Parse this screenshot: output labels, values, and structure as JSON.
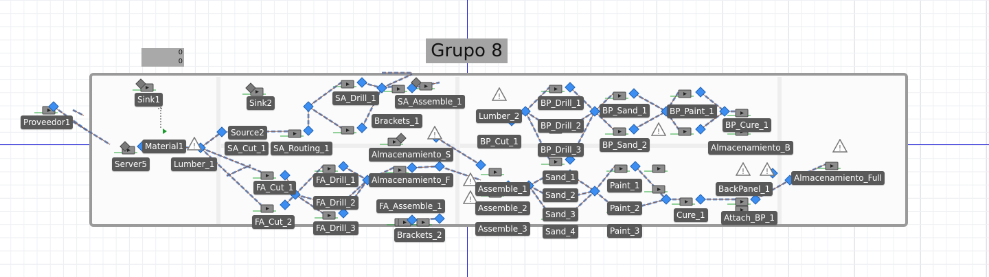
{
  "group_title": "Grupo 8",
  "counter": {
    "line1": "0",
    "line2": "0"
  },
  "colors": {
    "node": "#3d8ef2",
    "label_bg": "#595959",
    "arrow": "#3d7ed6",
    "connector": "#8b4a2b",
    "queue": "#2aa83a"
  },
  "objects": [
    {
      "name": "proveedor1",
      "label": "Proveedor1"
    },
    {
      "name": "sink1",
      "label": "Sink1"
    },
    {
      "name": "material1",
      "label": "Material1"
    },
    {
      "name": "server5",
      "label": "Server5"
    },
    {
      "name": "lumber-1",
      "label": "Lumber_1"
    },
    {
      "name": "sink2",
      "label": "Sink2"
    },
    {
      "name": "source2",
      "label": "Source2"
    },
    {
      "name": "sa-cut-1",
      "label": "SA_Cut_1"
    },
    {
      "name": "sa-routing-1",
      "label": "SA_Routing_1"
    },
    {
      "name": "sa-drill-1",
      "label": "SA_Drill_1"
    },
    {
      "name": "sa-assemble-1",
      "label": "SA_Assemble_1"
    },
    {
      "name": "brackets-1",
      "label": "Brackets_1"
    },
    {
      "name": "almacenamiento-s",
      "label": "Almacenamiento_S"
    },
    {
      "name": "fa-cut-1",
      "label": "FA_Cut_1"
    },
    {
      "name": "fa-cut-2",
      "label": "FA_Cut_2"
    },
    {
      "name": "fa-drill-1",
      "label": "FA_Drill_1"
    },
    {
      "name": "fa-drill-2",
      "label": "FA_Drill_2"
    },
    {
      "name": "fa-drill-3",
      "label": "FA_Drill_3"
    },
    {
      "name": "almacenamiento-f",
      "label": "Almacenamiento_F"
    },
    {
      "name": "fa-assemble-1",
      "label": "FA_Assemble_1"
    },
    {
      "name": "brackets-2",
      "label": "Brackets_2"
    },
    {
      "name": "lumber-2",
      "label": "Lumber_2"
    },
    {
      "name": "bp-cut-1",
      "label": "BP_Cut_1"
    },
    {
      "name": "bp-drill-1",
      "label": "BP_Drill_1"
    },
    {
      "name": "bp-drill-2",
      "label": "BP_Drill_2"
    },
    {
      "name": "bp-drill-3",
      "label": "BP_Drill_3"
    },
    {
      "name": "bp-sand-1",
      "label": "BP_Sand_1"
    },
    {
      "name": "bp-sand-2",
      "label": "BP_Sand_2"
    },
    {
      "name": "bp-paint-1",
      "label": "BP_Paint_1"
    },
    {
      "name": "bp-cure-1",
      "label": "BP_Cure_1"
    },
    {
      "name": "almacenamiento-b",
      "label": "Almacenamiento_B"
    },
    {
      "name": "assemble-1",
      "label": "Assemble_1"
    },
    {
      "name": "assemble-2",
      "label": "Assemble_2"
    },
    {
      "name": "assemble-3",
      "label": "Assemble_3"
    },
    {
      "name": "sand-1",
      "label": "Sand_1"
    },
    {
      "name": "sand-2",
      "label": "Sand_2"
    },
    {
      "name": "sand-3",
      "label": "Sand_3"
    },
    {
      "name": "sand-4",
      "label": "Sand_4"
    },
    {
      "name": "paint-1",
      "label": "Paint_1"
    },
    {
      "name": "paint-2",
      "label": "Paint_2"
    },
    {
      "name": "paint-3",
      "label": "Paint_3"
    },
    {
      "name": "cure-1",
      "label": "Cure_1"
    },
    {
      "name": "backpanel-1",
      "label": "BackPanel_1"
    },
    {
      "name": "attach-bp-1",
      "label": "Attach_BP_1"
    },
    {
      "name": "almacenamiento-full",
      "label": "Almacenamiento_Full"
    }
  ]
}
